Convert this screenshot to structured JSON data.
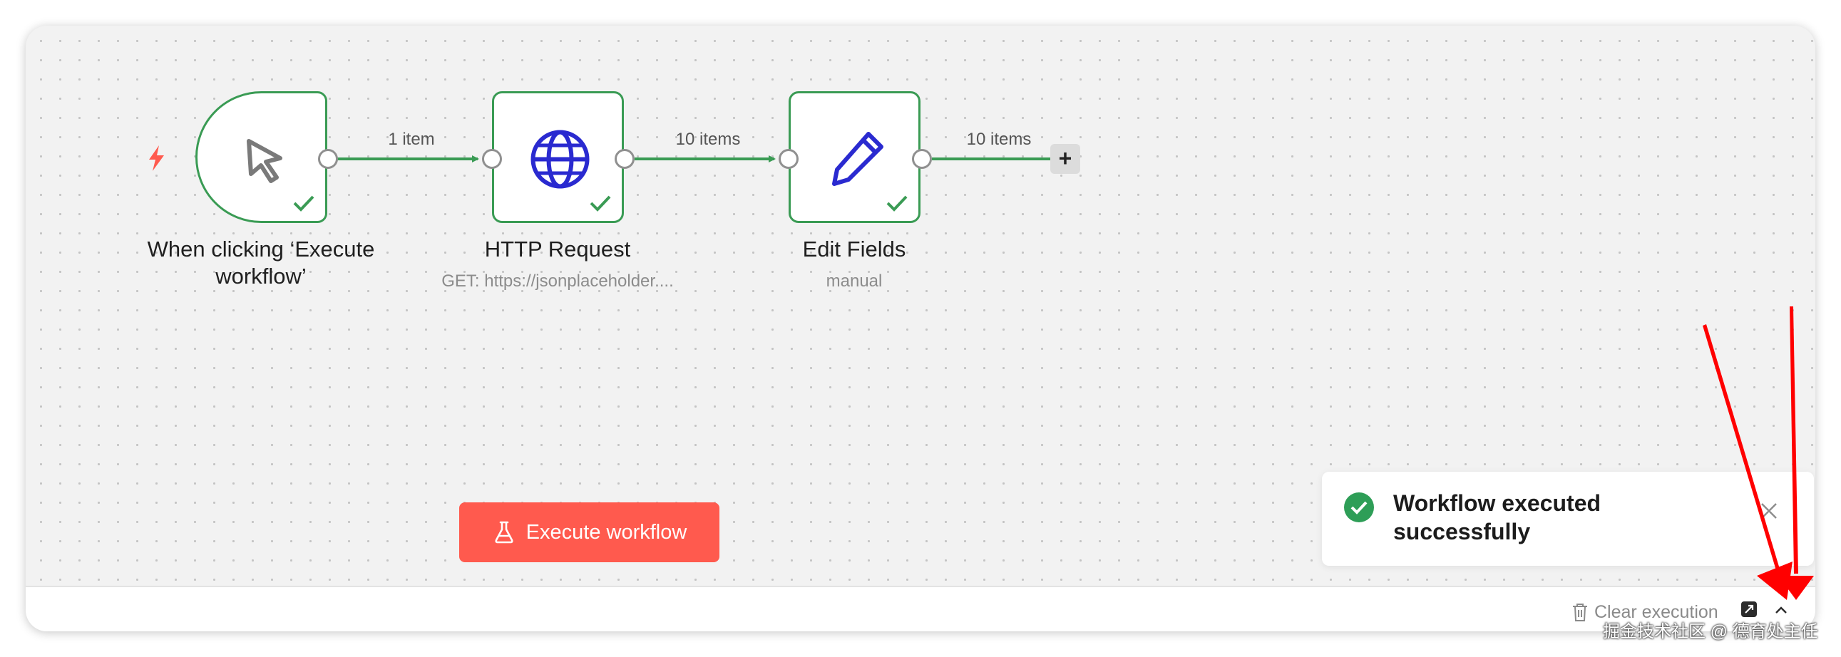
{
  "canvas": {
    "nodes": [
      {
        "name": "When clicking ‘Execute workflow’",
        "subtitle": "",
        "icon": "cursor-icon",
        "status": "success"
      },
      {
        "name": "HTTP Request",
        "subtitle": "GET: https://jsonplaceholder....",
        "icon": "globe-icon",
        "status": "success"
      },
      {
        "name": "Edit Fields",
        "subtitle": "manual",
        "icon": "pencil-icon",
        "status": "success"
      }
    ],
    "edges": [
      {
        "label": "1 item"
      },
      {
        "label": "10 items"
      },
      {
        "label": "10 items"
      }
    ],
    "trigger_icon": "bolt-icon",
    "add_node_label": "+"
  },
  "execute_button": {
    "label": "Execute workflow",
    "icon": "flask-icon"
  },
  "toast": {
    "message": "Workflow executed successfully",
    "icon": "check-circle-icon"
  },
  "footer": {
    "clear_execution_label": "Clear execution",
    "clear_icon": "trash-icon",
    "zoom_icon": "zoom-to-fit-icon",
    "collapse_icon": "chevron-up-icon"
  },
  "watermark": "掘金技术社区 @ 德育处主任",
  "colors": {
    "success": "#3a9b54",
    "accent": "#ff5a4e",
    "icon_blue": "#2a2ad0",
    "annotation_arrow": "#ff0000"
  }
}
